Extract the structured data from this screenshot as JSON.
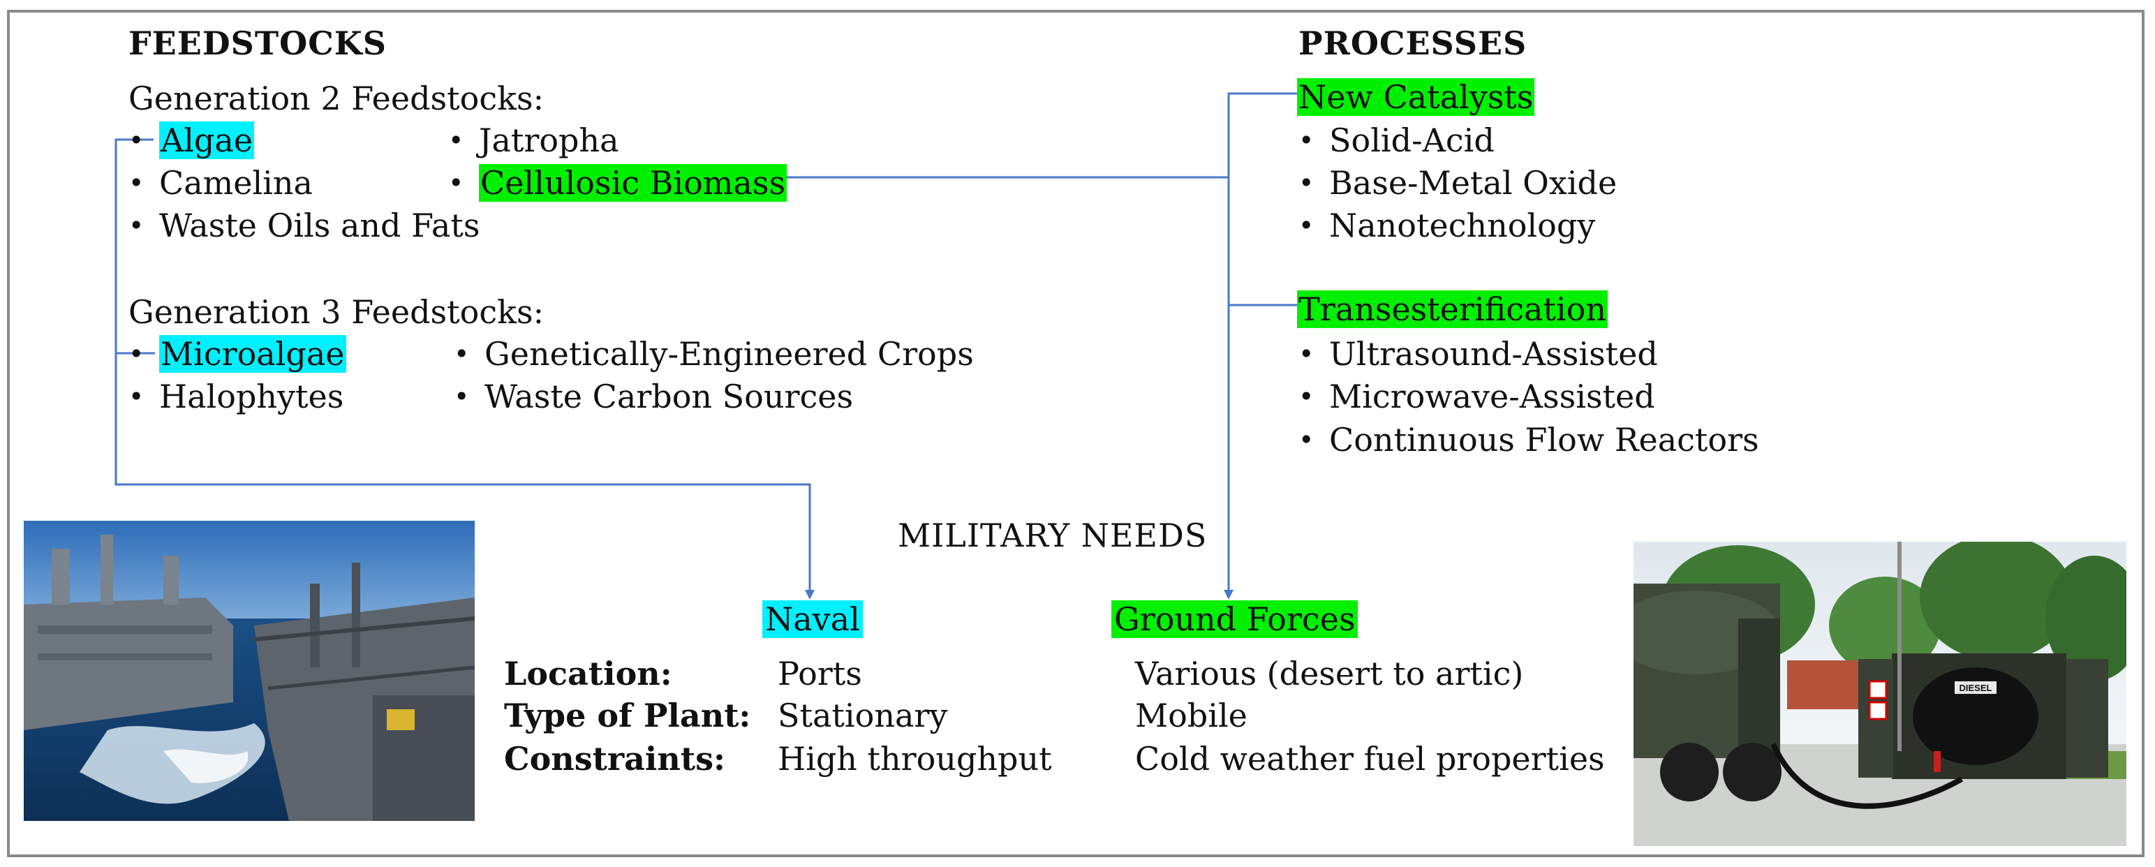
{
  "feedstocks": {
    "heading": "FEEDSTOCKS",
    "gen2": {
      "label": "Generation 2 Feedstocks:",
      "items": [
        "Algae",
        "Jatropha",
        "Camelina",
        "Cellulosic Biomass",
        "Waste Oils and Fats"
      ]
    },
    "gen3": {
      "label": "Generation 3 Feedstocks:",
      "items": [
        "Microalgae",
        "Genetically-Engineered Crops",
        "Halophytes",
        "Waste Carbon Sources"
      ]
    }
  },
  "processes": {
    "heading": "PROCESSES",
    "catalysts": {
      "label": "New Catalysts",
      "items": [
        "Solid-Acid",
        "Base-Metal Oxide",
        "Nanotechnology"
      ]
    },
    "transesterification": {
      "label": "Transesterification",
      "items": [
        "Ultrasound-Assisted",
        "Microwave-Assisted",
        "Continuous Flow Reactors"
      ]
    }
  },
  "military": {
    "heading": "MILITARY NEEDS",
    "naval": "Naval",
    "ground": "Ground Forces",
    "rows": [
      {
        "label": "Location:",
        "naval": "Ports",
        "ground": "Various (desert to artic)"
      },
      {
        "label": "Type of Plant:",
        "naval": "Stationary",
        "ground": "Mobile"
      },
      {
        "label": "Constraints:",
        "naval": "High throughput",
        "ground": "Cold weather fuel properties"
      }
    ]
  },
  "photos": {
    "tanker_sign": "DIESEL"
  },
  "colors": {
    "highlight_cyan": "#00f0ff",
    "highlight_green": "#00f000",
    "connector": "#4a78c8",
    "frame": "#8a8a8a"
  }
}
